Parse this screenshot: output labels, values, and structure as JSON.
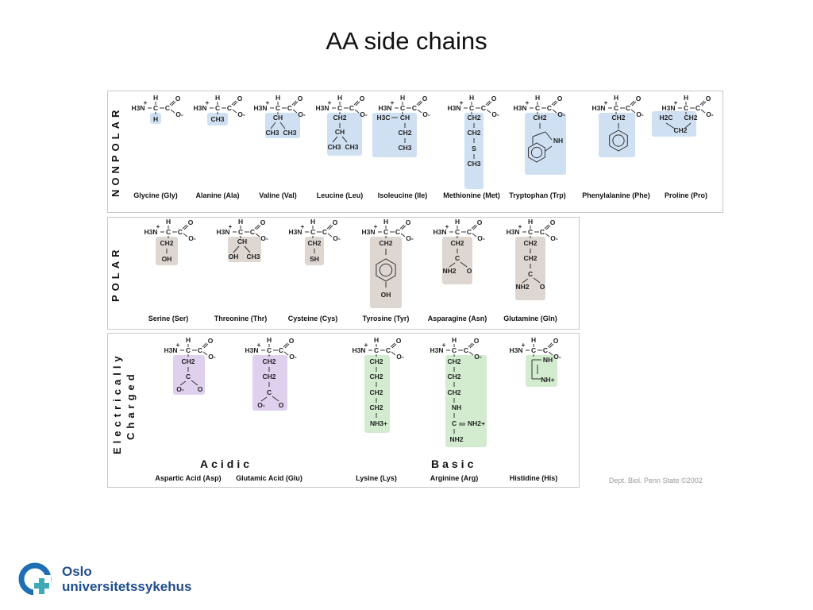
{
  "title": "AA side chains",
  "panels": {
    "nonpolar": "NONPOLAR",
    "polar": "POLAR",
    "charged_line1": "Electrically",
    "charged_line2": "Charged"
  },
  "groups": {
    "acidic": "Acidic",
    "basic": "Basic"
  },
  "colors": {
    "nonpolar": "#cfe0f3",
    "polar": "#ddd6d1",
    "acidic": "#dfd0ee",
    "basic": "#d3ecd0"
  },
  "chem": {
    "h": "H",
    "n": "H3N",
    "plus": "+",
    "c": "C",
    "o": "O",
    "ominus": "O-",
    "ch2": "CH2",
    "ch3": "CH3",
    "ch": "CH",
    "oh": "OH",
    "sh": "SH",
    "s": "S",
    "nh": "NH",
    "nh2": "NH2",
    "nh3": "NH3+",
    "nh2plus": "NH2+",
    "nhplus": "NH+",
    "h3c": "H3C",
    "h2c": "H2C"
  },
  "amino_acids": {
    "gly": "Glycine (Gly)",
    "ala": "Alanine (Ala)",
    "val": "Valine (Val)",
    "leu": "Leucine (Leu)",
    "ile": "Isoleucine (Ile)",
    "met": "Methionine (Met)",
    "trp": "Tryptophan (Trp)",
    "phe": "Phenylalanine (Phe)",
    "pro": "Proline (Pro)",
    "ser": "Serine (Ser)",
    "thr": "Threonine (Thr)",
    "cys": "Cysteine (Cys)",
    "tyr": "Tyrosine (Tyr)",
    "asn": "Asparagine (Asn)",
    "gln": "Glutamine (Gln)",
    "asp": "Aspartic Acid (Asp)",
    "glu": "Glutamic Acid (Glu)",
    "lys": "Lysine (Lys)",
    "arg": "Arginine (Arg)",
    "his": "Histidine (His)"
  },
  "credit": "Dept. Biol. Penn State ©2002",
  "logo": {
    "line1": "Oslo",
    "line2": "universitetssykehus"
  }
}
